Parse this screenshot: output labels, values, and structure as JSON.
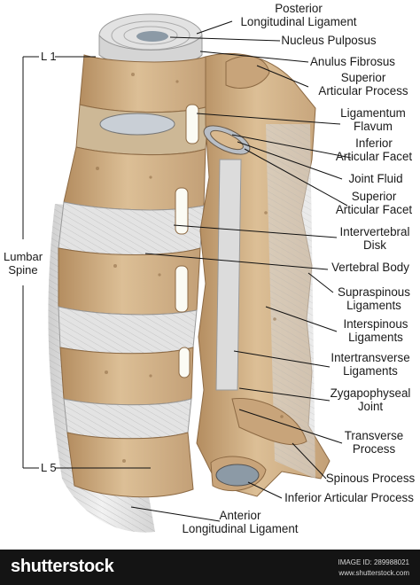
{
  "labels": {
    "posterior_ligament": [
      "Posterior",
      "Longitudinal Ligament"
    ],
    "nucleus": "Nucleus Pulposus",
    "anulus": "Anulus Fibrosus",
    "sup_art_process": [
      "Superior",
      "Articular Process"
    ],
    "lig_flavum": [
      "Ligamentum",
      "Flavum"
    ],
    "inf_art_facet": [
      "Inferior",
      "Articular Facet"
    ],
    "joint_fluid": "Joint Fluid",
    "sup_art_facet": [
      "Superior",
      "Articular Facet"
    ],
    "iv_disk": [
      "Intervertebral",
      "Disk"
    ],
    "vert_body": "Vertebral Body",
    "supraspinous": [
      "Supraspinous",
      "Ligaments"
    ],
    "interspinous": [
      "Interspinous",
      "Ligaments"
    ],
    "intertransverse": [
      "Intertransverse",
      "Ligaments"
    ],
    "zygapophyseal": [
      "Zygapophyseal",
      "Joint"
    ],
    "transverse": [
      "Transverse",
      "Process"
    ],
    "spinous": "Spinous Process",
    "inf_art_process": "Inferior Articular Process",
    "anterior_ligament": [
      "Anterior",
      "Longitudinal Ligament"
    ]
  },
  "scale": {
    "top": "L 1",
    "bottom": "L 5",
    "region": [
      "Lumbar",
      "Spine"
    ]
  },
  "footer": {
    "brand": "shutterstock",
    "image_id": "IMAGE ID: 289988021",
    "site": "www.shutterstock.com"
  },
  "colors": {
    "bone": "#d9b98f",
    "bone_dark": "#a8825a",
    "ligament": "#e6e6e6",
    "disk": "#cdb896",
    "nucleus": "#8c9aa6",
    "footer": "#141414"
  }
}
